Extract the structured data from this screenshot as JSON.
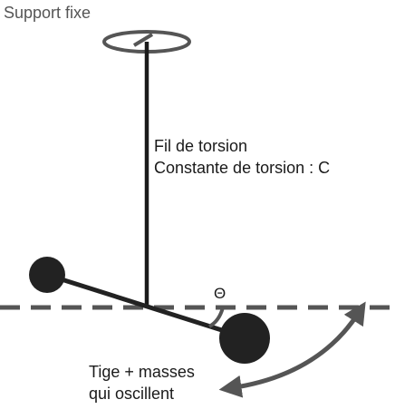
{
  "labels": {
    "support": "Support fixe",
    "wire_line1": "Fil de torsion",
    "wire_line2": "Constante de torsion : C",
    "rod_line1": "Tige + masses",
    "rod_line2": "qui oscillent",
    "angle_symbol": "Θ"
  },
  "colors": {
    "ink": "#1a1a1a",
    "arrow": "#555555",
    "dashed_axis": "#555555",
    "support_label": "#555555"
  }
}
